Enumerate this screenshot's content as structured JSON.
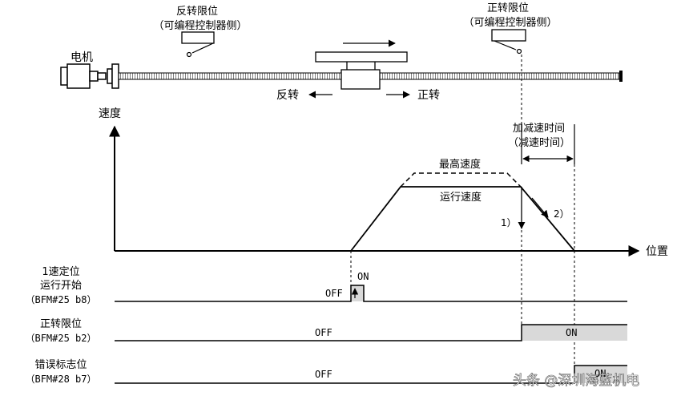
{
  "mechanism": {
    "motor_label": "电机",
    "reverse_limit_title": "反转限位",
    "reverse_limit_sub": "（可编程控制器侧）",
    "forward_limit_title": "正转限位",
    "forward_limit_sub": "（可编程控制器侧）",
    "reverse_label": "反转",
    "forward_label": "正转"
  },
  "graph": {
    "speed_axis_label": "速度",
    "position_axis_label": "位置",
    "max_speed_label": "最高速度",
    "run_speed_label": "运行速度",
    "decel_time_label": "加减速时间",
    "decel_time_sub": "（减速时间）",
    "marker_1": "1）",
    "marker_2": "2）"
  },
  "signals": [
    {
      "name_line1": "1速定位",
      "name_line2": "运行开始",
      "name_line3": "（BFM#25 b8）",
      "off_label": "OFF",
      "on_label": "ON"
    },
    {
      "name_line1": "正转限位",
      "name_line2": "（BFM#25 b2）",
      "off_label": "OFF",
      "on_label": "ON"
    },
    {
      "name_line1": "错误标志位",
      "name_line2": "（BFM#28 b7）",
      "off_label": "OFF",
      "on_label": "ON"
    }
  ],
  "watermark": "头条 @深圳海蓝机电"
}
